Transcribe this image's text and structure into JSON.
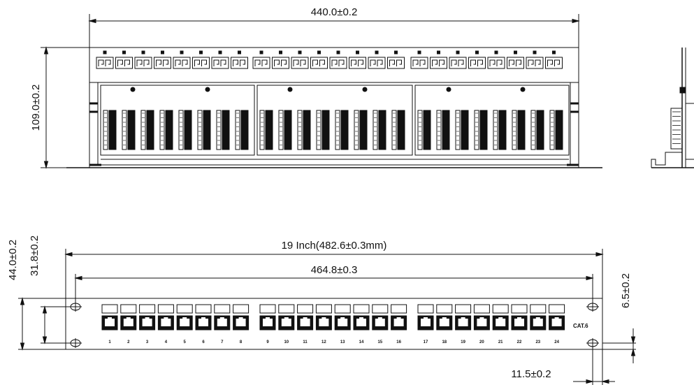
{
  "dimensions": {
    "top_width": "440.0±0.2",
    "top_height": "109.0±0.2",
    "overall_width": "19  Inch(482.6±0.3mm)",
    "hole_spacing": "464.8±0.3",
    "panel_height": "44.0±0.2",
    "hole_vertical_spacing": "31.8±0.2",
    "hole_offset_vertical": "6.5±0.2",
    "hole_offset_horizontal": "11.5±0.2"
  },
  "front_panel": {
    "port_numbers": [
      "1",
      "2",
      "3",
      "4",
      "5",
      "6",
      "7",
      "8",
      "9",
      "10",
      "11",
      "12",
      "13",
      "14",
      "15",
      "16",
      "17",
      "18",
      "19",
      "20",
      "21",
      "22",
      "23",
      "24"
    ],
    "category_label": "CAT.6"
  }
}
